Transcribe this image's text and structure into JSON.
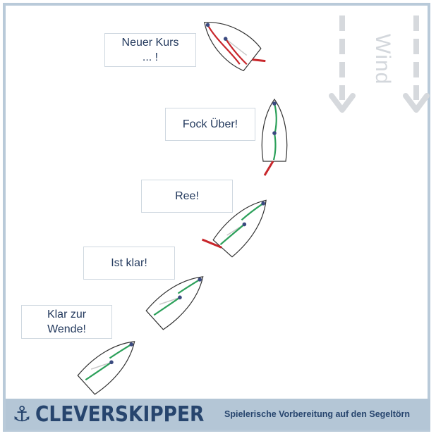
{
  "wind": {
    "label": "Wind"
  },
  "commands": [
    {
      "lines": [
        "Neuer Kurs",
        "... !"
      ]
    },
    {
      "lines": [
        "Fock Über!"
      ]
    },
    {
      "lines": [
        "Ree!"
      ]
    },
    {
      "lines": [
        "Ist klar!"
      ]
    },
    {
      "lines": [
        "Klar zur",
        "Wende!"
      ]
    }
  ],
  "footer": {
    "brand": "CLEVERSKIPPER",
    "tagline": "Spielerische Vorbereitung auf den Segeltörn",
    "anchor_icon": "anchor-icon"
  },
  "colors": {
    "frame": "#b9cad9",
    "footer": "#b4c6d6",
    "text": "#243a5e",
    "jib_taut": "#2ca05a",
    "jib_backed": "#c8262b",
    "boom_rudder": "#c8262b",
    "mast": "#3b4a80",
    "wind_arrow": "#d6d9dd"
  }
}
